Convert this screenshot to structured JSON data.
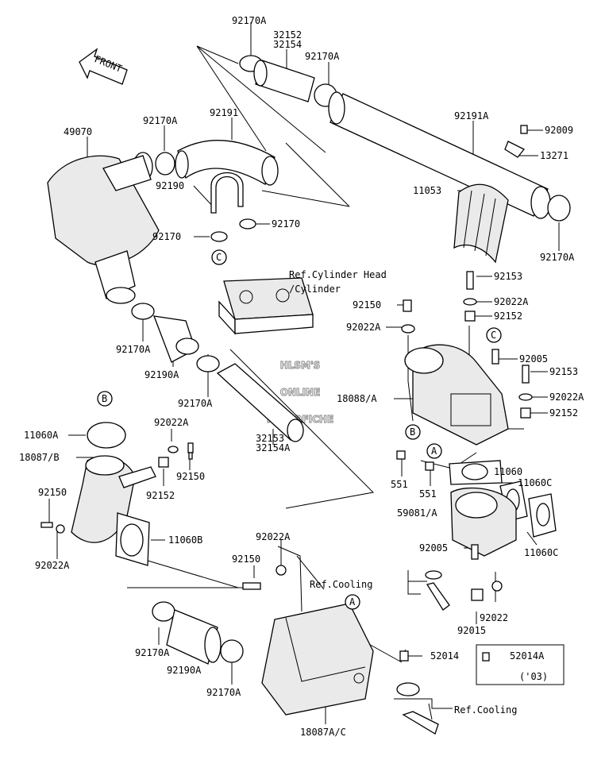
{
  "front_label": "FRONT",
  "watermark": [
    "HLSM'S",
    "ONLINE",
    "MICROFICHE"
  ],
  "ref_labels": {
    "cyl_head": "Ref.Cylinder Head",
    "cylinder": "/Cylinder",
    "cooling_1": "Ref.Cooling",
    "cooling_2": "Ref.Cooling"
  },
  "circle_markers": {
    "A1": "A",
    "A2": "A",
    "B1": "B",
    "B2": "B",
    "C1": "C",
    "C2": "C"
  },
  "part_labels": {
    "p01": "92170A",
    "p02": "32152",
    "p03": "32154",
    "p04": "92170A",
    "p05": "92170A",
    "p06": "92191",
    "p07": "92191A",
    "p08": "92009",
    "p09": "49070",
    "p10": "13271",
    "p11": "92190",
    "p12": "92170",
    "p13": "92170",
    "p14": "11053",
    "p15": "92170A",
    "p16": "92153",
    "p17": "92150",
    "p18": "92022A",
    "p19": "92022A",
    "p20": "92152",
    "p21": "92170A",
    "p22": "92190A",
    "p23": "92005",
    "p24": "92153",
    "p25": "92170A",
    "p26": "18088/A",
    "p27": "92022A",
    "p28": "11060A",
    "p29": "92022A",
    "p30": "92152",
    "p31": "18087/B",
    "p32": "32153",
    "p33": "32154A",
    "p34": "92150",
    "p35": "551",
    "p36": "11060",
    "p37": "92152",
    "p38": "551",
    "p39": "11060C",
    "p40": "92150",
    "p41": "59081/A",
    "p42": "11060B",
    "p43": "11060C",
    "p44": "92022A",
    "p45": "92022A",
    "p46": "92005",
    "p47": "92150",
    "p48": "92022",
    "p49": "92015",
    "p50": "92170A",
    "p51": "52014",
    "p52": "52014A",
    "p53": "92190A",
    "p54": "('03)",
    "p55": "92170A",
    "p56": "18087A/C"
  }
}
